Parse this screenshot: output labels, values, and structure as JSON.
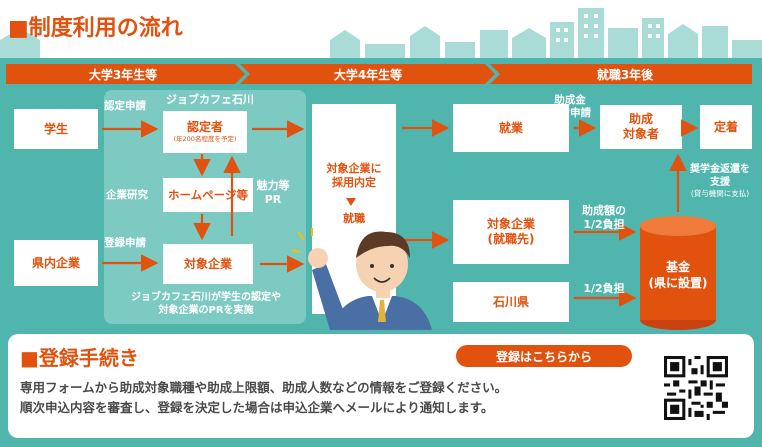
{
  "header": {
    "title": "■制度利用の流れ"
  },
  "stages": [
    "大学3年生等",
    "大学4年生等",
    "就職3年後"
  ],
  "boxes": {
    "student": "学生",
    "certified": "認定者",
    "certified_note": "(年200名程度を予定)",
    "homepage": "ホームページ等",
    "target_co": "対象企業",
    "local_co": "県内企業",
    "employed": "就業",
    "target_emp_line1": "対象企業",
    "target_emp_line2": "(就職先)",
    "ishikawa": "石川県",
    "grant_line1": "助成",
    "grant_line2": "対象者",
    "settle": "定着",
    "fund_line1": "基金",
    "fund_line2": "(県に設置)"
  },
  "labels": {
    "cert_apply": "認定申請",
    "jobcafe": "ジョブカフェ石川",
    "research": "企業研究",
    "appeal_line1": "魅力等",
    "appeal_line2": "PR",
    "reg_apply": "登録申請",
    "jobcafe_note_line1": "ジョブカフェ石川が学生の認定や",
    "jobcafe_note_line2": "対象企業のPRを実施",
    "offer_line1": "対象企業に",
    "offer_line2": "採用内定",
    "get_job": "就職",
    "grant_apply_line1": "助成金",
    "grant_apply_line2": "交付申請",
    "half1_line1": "助成額の",
    "half1_line2": "1/2負担",
    "half2": "1/2負担",
    "repay_line1": "奨学金返還を",
    "repay_line2": "支援",
    "repay_line3": "(貸与機関に支払)"
  },
  "registration": {
    "title": "■登録手続き",
    "button": "登録はこちらから",
    "line1": "専用フォームから助成対象職種や助成上限額、助成人数などの情報をご登録ください。",
    "line2": "順次申込内容を審査し、登録を決定した場合は申込企業へメールにより通知します。"
  },
  "colors": {
    "teal": "#4fb5ad",
    "orange": "#e2520f",
    "panel": "#7dcac3",
    "white": "#ffffff"
  }
}
